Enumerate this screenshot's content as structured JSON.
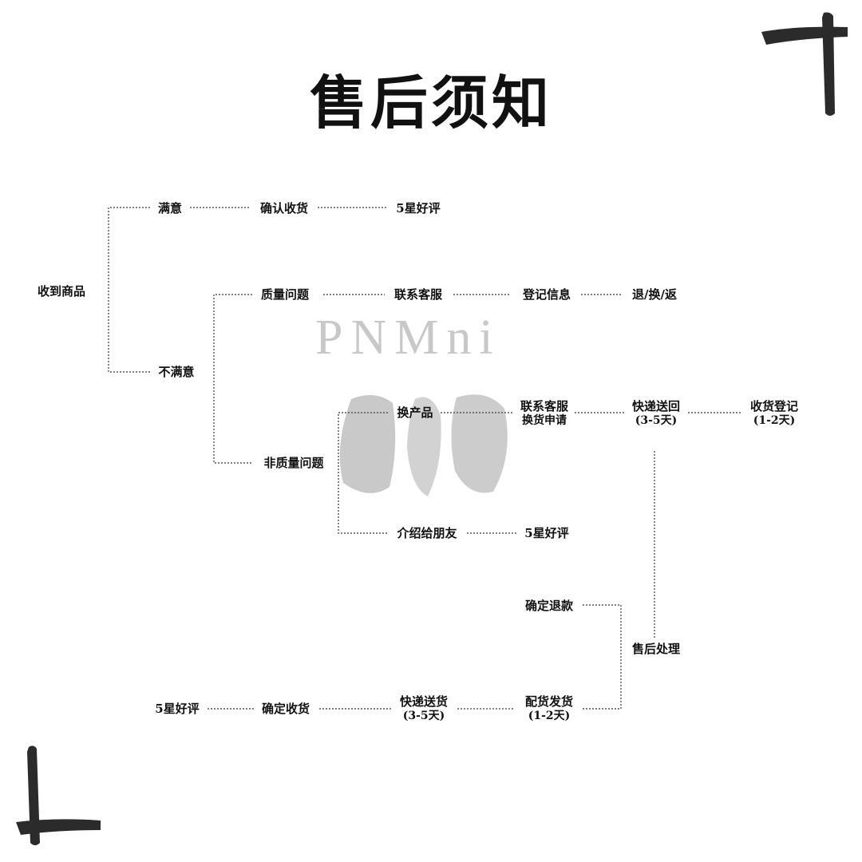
{
  "title": "售后须知",
  "watermark": "PNMni",
  "nodes": {
    "receive": "收到商品",
    "satisfied": "满意",
    "confirm_receipt_top": "确认收货",
    "five_star_top": "5星好评",
    "unsatisfied": "不满意",
    "quality_issue": "质量问题",
    "contact_service_top": "联系客服",
    "register_info": "登记信息",
    "return_exchange": "退/换/返",
    "non_quality_issue": "非质量问题",
    "exchange_product": "换产品",
    "contact_service_line1": "联系客服",
    "contact_service_line2": "换货申请",
    "express_back_line1": "快递送回",
    "express_back_line2": "(3-5天)",
    "receipt_register_line1": "收货登记",
    "receipt_register_line2": "(1-2天)",
    "introduce_friend": "介绍给朋友",
    "five_star_mid": "5星好评",
    "confirm_refund": "确定退款",
    "after_sales": "售后处理",
    "dispatch_line1": "配货发货",
    "dispatch_line2": "(1-2天)",
    "express_ship_line1": "快递送货",
    "express_ship_line2": "(3-5天)",
    "confirm_receipt_bottom": "确定收货",
    "five_star_bottom": "5星好评"
  },
  "colors": {
    "text": "#111111",
    "line": "#555555",
    "watermark": "#c8c8c8",
    "stone": "#bfbfbf",
    "brush": "#2b2b2b"
  }
}
